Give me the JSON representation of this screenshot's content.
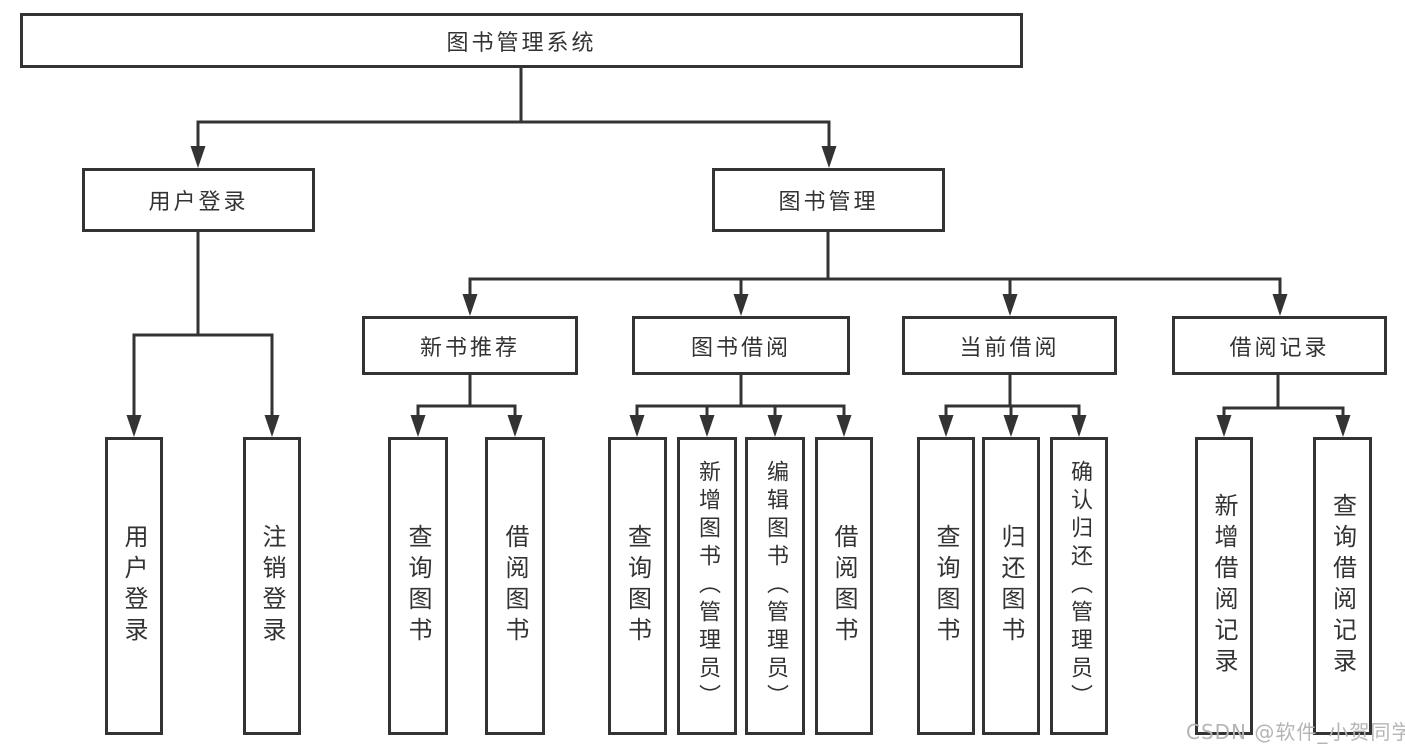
{
  "diagram": {
    "root": {
      "label": "图书管理系统"
    },
    "user_login": {
      "label": "用户登录",
      "children": {
        "login": {
          "label": "用户登录"
        },
        "logout": {
          "label": "注销登录"
        }
      }
    },
    "book_mgmt": {
      "label": "图书管理",
      "children": {
        "new_book_rec": {
          "label": "新书推荐",
          "children": {
            "query": {
              "label": "查询图书"
            },
            "borrow": {
              "label": "借阅图书"
            }
          }
        },
        "book_borrow": {
          "label": "图书借阅",
          "children": {
            "query": {
              "label": "查询图书"
            },
            "add": {
              "label": "新增图书（管理员）"
            },
            "edit": {
              "label": "编辑图书（管理员）"
            },
            "borrow": {
              "label": "借阅图书"
            }
          }
        },
        "current_borrow": {
          "label": "当前借阅",
          "children": {
            "query": {
              "label": "查询图书"
            },
            "return": {
              "label": "归还图书"
            },
            "confirm": {
              "label": "确认归还（管理员）"
            }
          }
        },
        "borrow_record": {
          "label": "借阅记录",
          "children": {
            "add": {
              "label": "新增借阅记录"
            },
            "query": {
              "label": "查询借阅记录"
            }
          }
        }
      }
    }
  },
  "watermark": {
    "text": "CSDN @软件_小贺同学"
  },
  "colors": {
    "line": "#333333",
    "text": "#333333",
    "box_fill": "#ffffff",
    "watermark": "#b5b5b5",
    "background": "#ffffff"
  }
}
